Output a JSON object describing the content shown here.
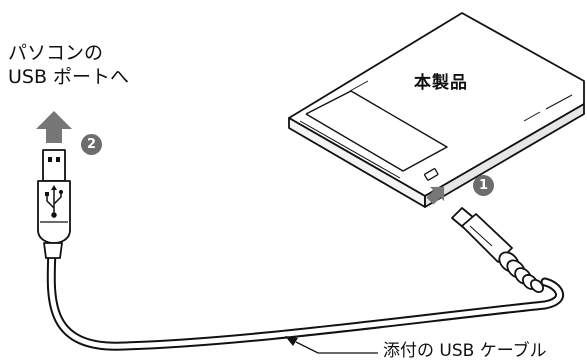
{
  "labels": {
    "pc_line1": "パソコンの",
    "pc_line2": "USB ポートへ",
    "device": "本製品",
    "cable": "添付の USB ケーブル"
  },
  "steps": {
    "step1": "1",
    "step2": "2"
  },
  "colors": {
    "arrow": "#777777",
    "badge": "#6d6d6d",
    "outline": "#111111"
  }
}
